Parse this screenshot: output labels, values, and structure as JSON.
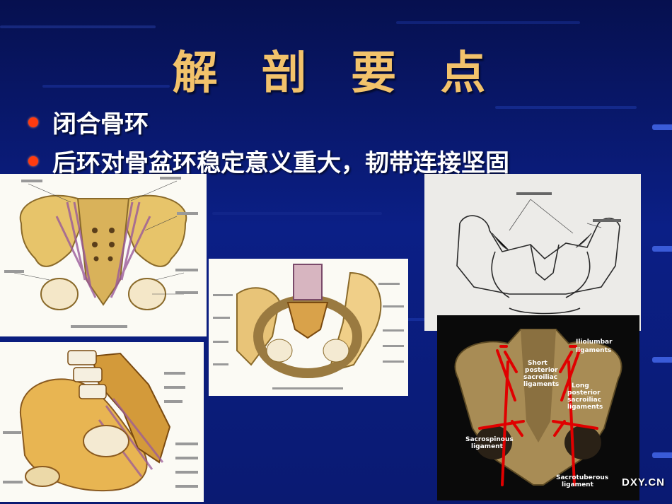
{
  "slide": {
    "title": "解 剖 要 点",
    "bullets": [
      "闭合骨环",
      "后环对骨盆环稳定意义重大，韧带连接坚固"
    ],
    "colors": {
      "background": "#0b1f86",
      "title": "#f2c26b",
      "bullet_dot": "#ff3b10",
      "ligament_lines": "#e00000"
    }
  },
  "figures": {
    "ct_3d": {
      "labels": {
        "iliolumbar": [
          "Iliolumbar",
          "ligaments"
        ],
        "short_posterior": [
          "Short",
          "posterior",
          "sacroiliac",
          "ligaments"
        ],
        "long_posterior": [
          "Long",
          "posterior",
          "sacroiliac",
          "ligaments"
        ],
        "sacrospinous": [
          "Sacrospinous",
          "ligament"
        ],
        "sacrotuberous": [
          "Sacrotuberous",
          "ligament"
        ]
      }
    }
  },
  "watermark": "DXY.CN"
}
